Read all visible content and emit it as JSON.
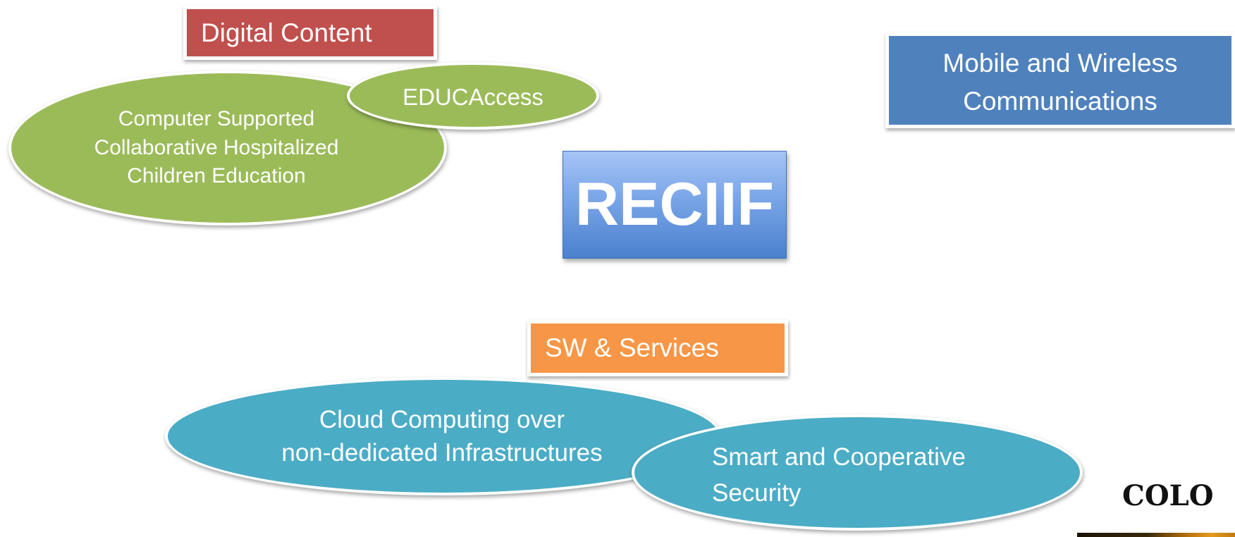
{
  "diagram": {
    "categories": {
      "digital_content": "Digital Content",
      "mobile_wireless_line1": "Mobile and Wireless",
      "mobile_wireless_line2": "Communications",
      "sw_services": "SW & Services"
    },
    "center": {
      "title": "RECIIF"
    },
    "projects": {
      "cschce_line1": "Computer Supported",
      "cschce_line2": "Collaborative Hospitalized",
      "cschce_line3": "Children Education",
      "educaccess": "EDUCAccess",
      "cloud_line1": "Cloud Computing over",
      "cloud_line2": "non-dedicated Infrastructures",
      "smart_line1": "Smart and Cooperative",
      "smart_line2": "Security"
    },
    "logo_partial_text": "COLO"
  },
  "colors": {
    "digital_content": "#c0504d",
    "mobile_wireless": "#4f81bd",
    "sw_services": "#f79646",
    "reciif_gradient_top": "#a5c4f5",
    "reciif_gradient_bottom": "#4a80cd",
    "green_ellipse": "#9bbb59",
    "teal_ellipse": "#4bacc6"
  }
}
